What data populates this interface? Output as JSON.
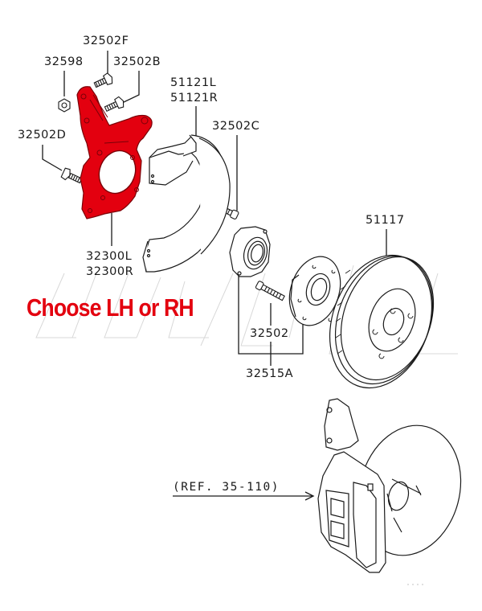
{
  "diagram": {
    "title": "Front hub / knuckle parts diagram",
    "highlight_color": "#e3000f",
    "line_color": "#1a1a1a",
    "parts": [
      {
        "id": "32502F",
        "label": "32502F",
        "item": "bolt"
      },
      {
        "id": "32598",
        "label": "32598",
        "item": "nut"
      },
      {
        "id": "32502B",
        "label": "32502B",
        "item": "bolt"
      },
      {
        "id": "32502D",
        "label": "32502D",
        "item": "bolt"
      },
      {
        "id": "32300",
        "labels": [
          "32300L",
          "32300R"
        ],
        "item": "steering knuckle",
        "highlighted": true
      },
      {
        "id": "51121",
        "labels": [
          "51121L",
          "51121R"
        ],
        "item": "dust shield"
      },
      {
        "id": "32502C",
        "label": "32502C",
        "item": "bolt"
      },
      {
        "id": "32502",
        "label": "32502",
        "item": "hub bolt"
      },
      {
        "id": "32515A",
        "label": "32515A",
        "item": "hub bearing assembly"
      },
      {
        "id": "51117",
        "label": "51117",
        "item": "brake disc"
      }
    ],
    "callout": "Choose LH or RH",
    "reference": "(REF. 35-110)",
    "watermark_dots": "...."
  }
}
